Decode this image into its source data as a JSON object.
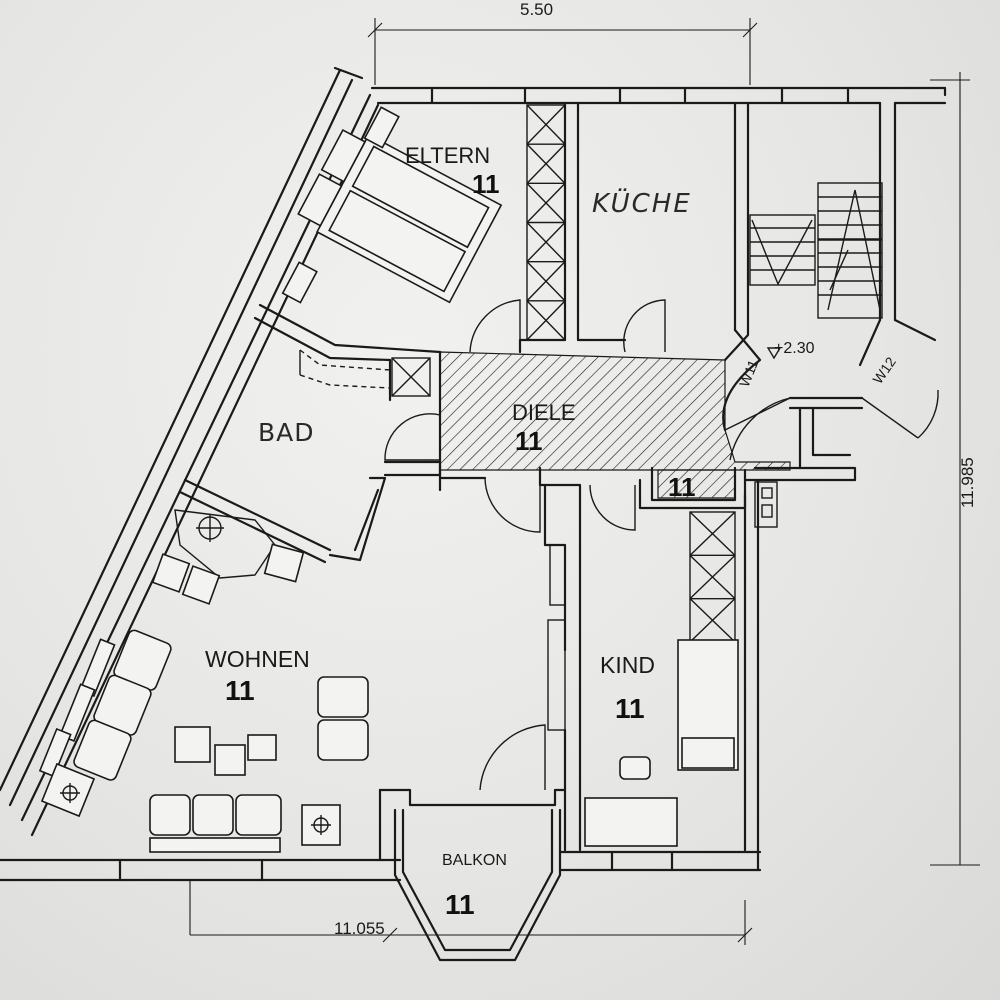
{
  "dimensions": {
    "top_width": "5.50",
    "right_depth": "11.985",
    "bottom_width": "11.055"
  },
  "rooms": {
    "eltern": {
      "name": "ELTERN",
      "number": "11"
    },
    "kueche": {
      "name": "KÜCHE",
      "number": ""
    },
    "bad": {
      "name": "BAD",
      "number": ""
    },
    "diele": {
      "name": "DIELE",
      "number": "11"
    },
    "wohnen": {
      "name": "WOHNEN",
      "number": "11"
    },
    "kind": {
      "name": "KIND",
      "number": "11"
    },
    "balkon": {
      "name": "BALKON",
      "number": "11"
    },
    "closet": {
      "name": "",
      "number": "11"
    }
  },
  "stair": {
    "level": "+2.30",
    "door_left": "W11",
    "door_right": "W12"
  }
}
